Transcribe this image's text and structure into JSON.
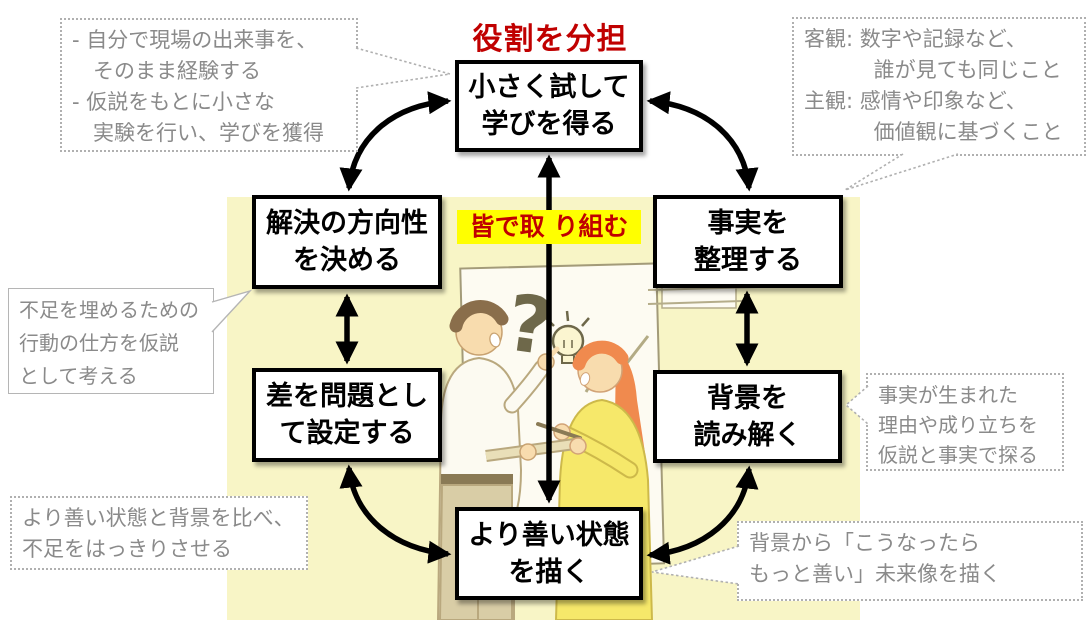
{
  "title": "役割を分担",
  "center_label": "皆で取 り組む",
  "nodes": {
    "try_small": "小さく試して\n学びを得る",
    "decide_direction": "解決の方向性\nを決める",
    "organize_facts": "事実を\n整理する",
    "set_problem": "差を問題とし\nて設定する",
    "read_background": "背景を\n読み解く",
    "better_state": "より善い状態\nを描く"
  },
  "callouts": {
    "experience": "- 自分で現場の出来事を、\n　そのまま経験する\n- 仮説をもとに小さな\n　実験を行い、学びを獲得",
    "objective_subjective": "客観: 数字や記録など、\n　　　 誰が見ても同じこと\n主観: 感情や印象など、\n　　　 価値観に基づくこと",
    "hypothesis_action": "不足を埋めるための\n行動の仕方を仮説\nとして考える",
    "explore_background": "事実が生まれた\n理由や成り立ちを\n仮説と事実で探る",
    "clarify_gap": "より善い状態と背景を比べ、\n不足をはっきりさせる",
    "future_image": "背景から「こうなったら\nもっと善い」未来像を描く"
  },
  "illustration": {
    "question_mark": "?",
    "icons": [
      "question-mark-icon",
      "lightbulb-icon",
      "man-figure",
      "woman-figure",
      "whiteboard"
    ]
  },
  "colors": {
    "accent_red": "#c00000",
    "highlight_yellow": "#ffff00",
    "panel_yellow": "#f8f5c6",
    "box_border_black": "#000000",
    "callout_text_gray": "#8a8a8a",
    "callout_border_gray": "#b0b0b0"
  }
}
